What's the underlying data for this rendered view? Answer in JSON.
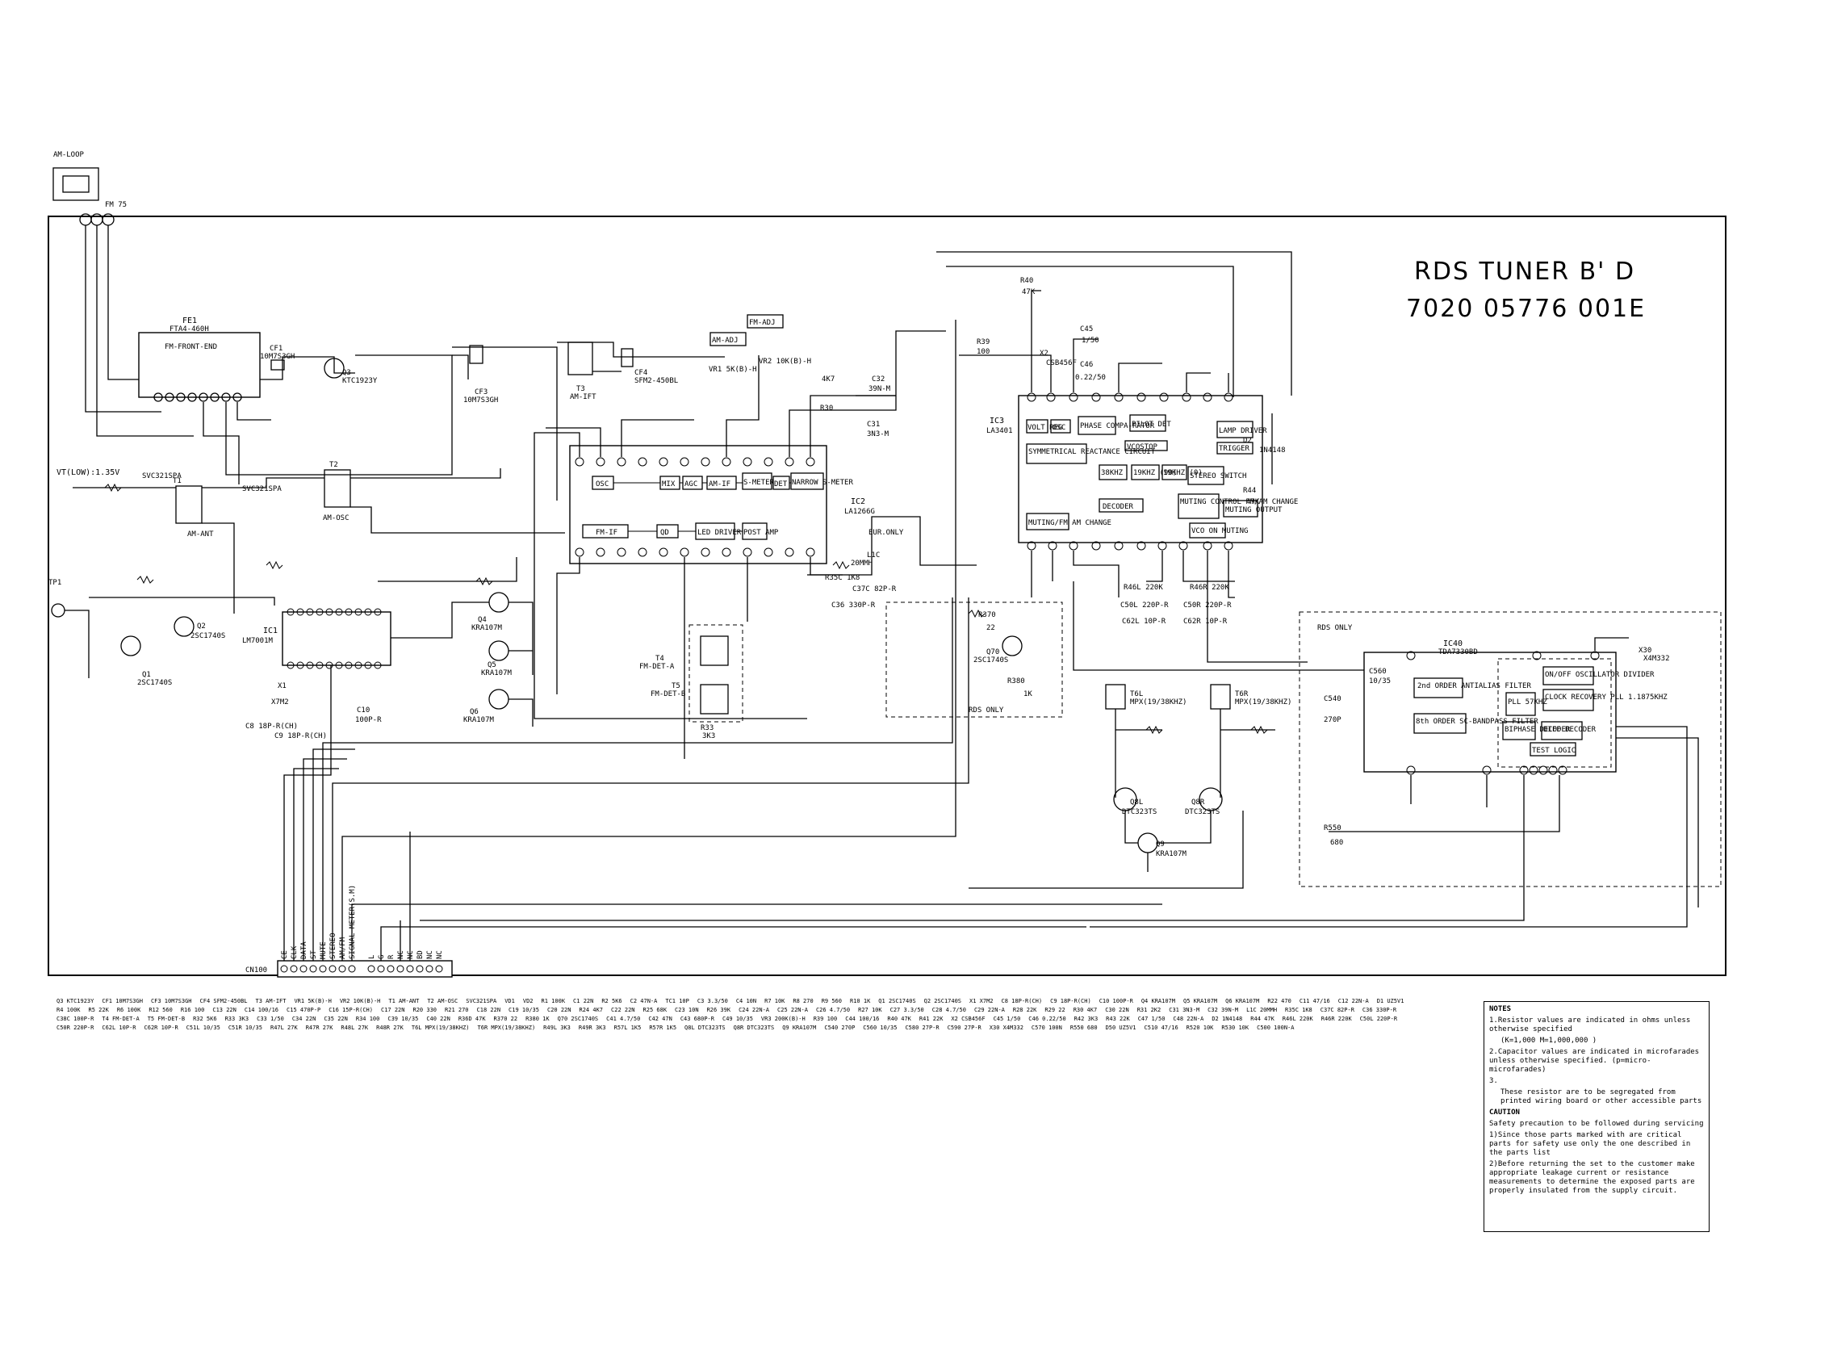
{
  "title": {
    "line1": "RDS TUNER B' D",
    "line2": "7020 05776 001E"
  },
  "antenna": {
    "am_loop": "AM-LOOP",
    "fm": "FM 75"
  },
  "labels": {
    "vt_low": "VT(LOW):1.35V",
    "tp1": "TP1",
    "eur_only": "EUR.ONLY",
    "rds_only_1": "RDS ONLY",
    "rds_only_2": "RDS ONLY",
    "fm_adj_1": "FM-ADJ",
    "am_adj": "AM-ADJ",
    "connector": "CN100"
  },
  "modules": {
    "fe1": {
      "ref": "FE1",
      "part": "FTA4-460H",
      "name": "FM-FRONT-END"
    },
    "ic1": {
      "ref": "IC1",
      "part": "LM7001M"
    },
    "ic2": {
      "ref": "IC2",
      "part": "LA1266G"
    },
    "ic3": {
      "ref": "IC3",
      "part": "LA3401"
    },
    "ic40": {
      "ref": "IC40",
      "part": "TDA7330BD"
    }
  },
  "ic2_blocks": [
    "OSC",
    "MIX",
    "AGC",
    "AM-IF",
    "S-METER",
    "DET",
    "NARROW S-METER",
    "FM-IF",
    "QD",
    "LED DRIVER",
    "POST AMP"
  ],
  "ic3_blocks": [
    "VOLT REG",
    "OSC",
    "PHASE COMPA-RATOR",
    "PILOT DET",
    "LAMP DRIVER",
    "TRIGGER",
    "SYMMETRICAL REACTANCE CIRCUIT",
    "VCOSTOP",
    "STEREO SWITCH",
    "38KHZ",
    "19KHZ (90)",
    "19KHZ (0)",
    "DECODER",
    "MUTING CONTROL FM/AM CHANGE",
    "MUTING OUTPUT",
    "MUTING/FM AM CHANGE",
    "VCO ON MUTING"
  ],
  "ic40_blocks": [
    "2nd ORDER ANTIALIAS FILTER",
    "8th ORDER SC-BANDPASS FILTER",
    "ON/OFF OSCILLATOR DIVIDER",
    "CLOCK RECOVERY PLL 1.1875KHZ",
    "PLL 57KHZ",
    "BIPHASE DECODER",
    "DIFF DECODER",
    "TEST LOGIC"
  ],
  "components": [
    "Q3 KTC1923Y",
    "CF1 10M7S3GH",
    "CF3 10M7S3GH",
    "CF4 SFM2-450BL",
    "T3 AM-IFT",
    "VR1 5K(B)-H",
    "VR2 10K(B)-H",
    "T1 AM-ANT",
    "T2 AM-OSC",
    "SVC321SPA",
    "VD1",
    "VD2",
    "R1 100K",
    "C1 22N",
    "R2 5K6",
    "C2 47N-A",
    "TC1 10P",
    "C3 3.3/50",
    "C4 10N",
    "R7 10K",
    "R8 270",
    "R9 560",
    "R10 1K",
    "Q1 2SC1740S",
    "Q2 2SC1740S",
    "X1 X7M2",
    "C8 18P-R(CH)",
    "C9 18P-R(CH)",
    "C10 100P-R",
    "Q4 KRA107M",
    "Q5 KRA107M",
    "Q6 KRA107M",
    "R22 470",
    "C11 47/16",
    "C12 22N-A",
    "D1 UZ5V1",
    "R4 100K",
    "R5 22K",
    "R6 100K",
    "R12 560",
    "R16 100",
    "C13 22N",
    "C14 100/16",
    "C15 470P-P",
    "C16 15P-R(CH)",
    "C17 22N",
    "R20 330",
    "R21 270",
    "C18 22N",
    "C19 10/35",
    "C20 22N",
    "R24 4K7",
    "C22 22N",
    "R25 68K",
    "C23 10N",
    "R26 39K",
    "C24 22N-A",
    "C25 22N-A",
    "C26 4.7/50",
    "R27 10K",
    "C27 3.3/50",
    "C28 4.7/50",
    "C29 22N-A",
    "R28 22K",
    "R29 22",
    "R30 4K7",
    "C30 22N",
    "R31 2K2",
    "C31 3N3-M",
    "C32 39N-M",
    "L1C 20MMH",
    "R35C 1K8",
    "C37C 82P-R",
    "C36 330P-R",
    "C38C 100P-R",
    "T4 FM-DET-A",
    "T5 FM-DET-B",
    "R32 5K6",
    "R33 3K3",
    "C33 1/50",
    "C34 22N",
    "C35 22N",
    "R34 100",
    "C39 10/35",
    "C40 22N",
    "R36D 47K",
    "R370 22",
    "R380 1K",
    "Q70 2SC1740S",
    "C41 4.7/50",
    "C42 47N",
    "C43 680P-R",
    "C49 10/35",
    "VR3 200K(B)-H",
    "R39 100",
    "C44 100/16",
    "R40 47K",
    "R41 22K",
    "X2 CSB456F",
    "C45 1/50",
    "C46 0.22/50",
    "R42 3K3",
    "R43 22K",
    "C47 1/50",
    "C48 22N-A",
    "D2 1N4148",
    "R44 47K",
    "R46L 220K",
    "R46R 220K",
    "C50L 220P-R",
    "C50R 220P-R",
    "C62L 10P-R",
    "C62R 10P-R",
    "C51L 10/35",
    "C51R 10/35",
    "R47L 27K",
    "R47R 27K",
    "R48L 27K",
    "R48R 27K",
    "T6L MPX(19/38KHZ)",
    "T6R MPX(19/38KHZ)",
    "R49L 3K3",
    "R49R 3K3",
    "R57L 1K5",
    "R57R 1K5",
    "Q8L DTC323TS",
    "Q8R DTC323TS",
    "Q9 KRA107M",
    "C540 270P",
    "C560 10/35",
    "C580 27P-R",
    "C590 27P-R",
    "X30 X4M332",
    "C570 100N",
    "R550 680",
    "D50 UZ5V1",
    "C510 47/16",
    "R520 10K",
    "R530 10K",
    "C500 100N-A"
  ],
  "connector_pins": [
    "CE",
    "CLK",
    "DATA",
    "ST",
    "MUTE",
    "STEREO",
    "AM/FM",
    "SIGNAL METER(S.M)",
    "L",
    "G",
    "R",
    "NC",
    "NC",
    "BD",
    "NC",
    "NC"
  ],
  "notes": {
    "heading": "NOTES",
    "n1": "1.Resistor values are indicated in ohms unless otherwise specified",
    "n1b": "(K=1,000 M=1,000,000 )",
    "n2": "2.Capacitor values are indicated in microfarades unless otherwise specified. (p=micro-microfarades)",
    "n3": "3.",
    "n3b": "These resistor are to be segregated from printed wiring board or other accessible parts",
    "caution": "CAUTION",
    "c0": "Safety precaution to be followed during servicing",
    "c1": "1)Since those parts marked with are critical parts for safety use only the one described in the parts list",
    "c2": "2)Before returning the set to the customer make appropriate leakage current or resistance measurements to determine the exposed parts are properly insulated from the supply circuit."
  }
}
